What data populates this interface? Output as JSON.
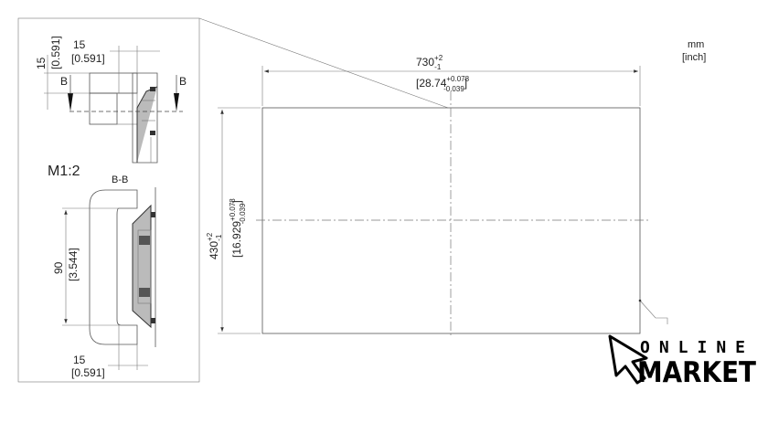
{
  "units": {
    "mm": "mm",
    "inch": "[inch]"
  },
  "width_dim": {
    "nominal": "730",
    "tol_plus": "+2",
    "tol_minus": "-1",
    "inch_nominal": "[28.74",
    "inch_tol_plus": "+0.078",
    "inch_tol_minus": "-0.039",
    "inch_close": "]"
  },
  "height_dim": {
    "nominal": "430",
    "tol_plus": "+2",
    "tol_minus": "-1",
    "inch_nominal": "[16.929",
    "inch_tol_plus": "+0.078",
    "inch_tol_minus": "-0.039",
    "inch_close": "]"
  },
  "detail": {
    "scale": "M1:2",
    "section_label": "B-B",
    "section_mark": "B",
    "dim_top_vertical": {
      "mm": "15",
      "inch": "[0.591]"
    },
    "dim_top_horizontal": {
      "mm": "15",
      "inch": "[0.591]"
    },
    "dim_section_vertical": {
      "mm": "90",
      "inch": "[3.544]"
    },
    "dim_bottom_horizontal": {
      "mm": "15",
      "inch": "[0.591]"
    }
  },
  "logo": {
    "line1": "ONLINE",
    "line2": "MARKET"
  }
}
